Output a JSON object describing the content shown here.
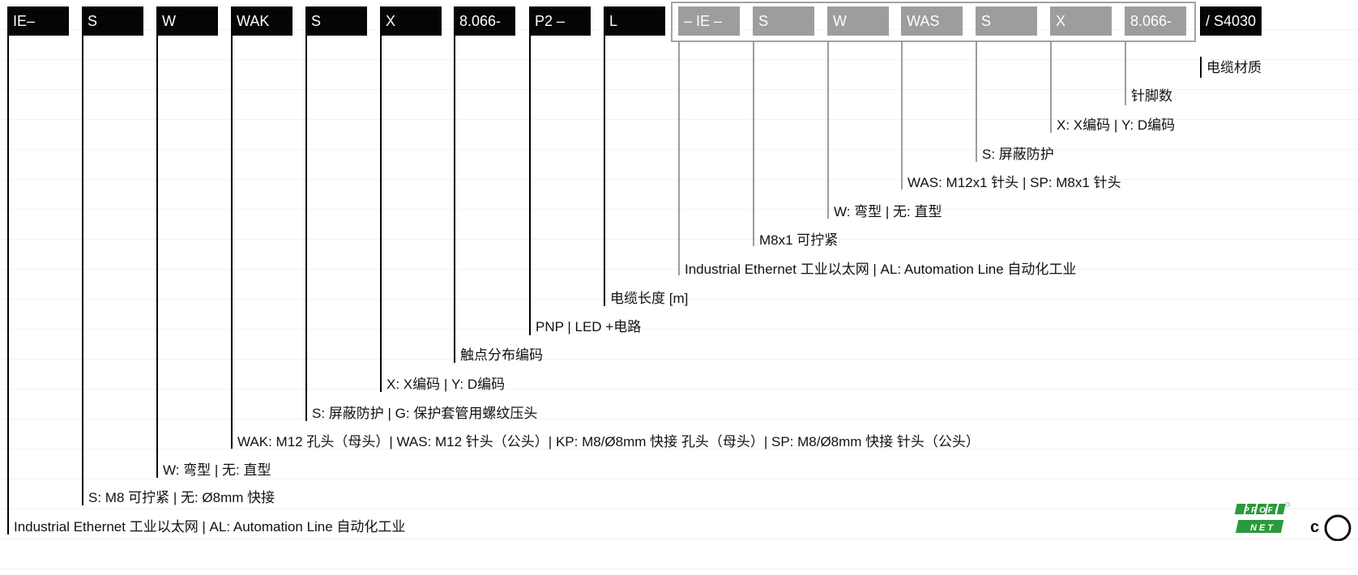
{
  "code_segments": [
    "IE–",
    "S",
    "W",
    "WAK",
    "S",
    "X",
    "8.066-",
    "P2 –",
    "L",
    "– IE –",
    "S",
    "W",
    "WAS",
    "S",
    "X",
    "8.066-",
    "/ S4030"
  ],
  "labels": [
    "Industrial Ethernet 工业以太网 | AL: Automation Line 自动化工业",
    "S: M8 可拧紧 | 无: Ø8mm 快接",
    "W: 弯型 | 无: 直型",
    "WAK: M12 孔头（母头）| WAS: M12 针头（公头）| KP: M8/Ø8mm 快接 孔头（母头）| SP: M8/Ø8mm 快接 针头（公头）",
    "S: 屏蔽防护 | G: 保护套管用螺纹压头",
    "X: X编码 | Y: D编码",
    "触点分布编码",
    "PNP | LED +电路",
    "电缆长度 [m]",
    "Industrial Ethernet 工业以太网 | AL: Automation Line 自动化工业",
    "M8x1 可拧紧",
    "W: 弯型 | 无: 直型",
    "WAS: M12x1 针头 | SP: M8x1 针头",
    "S: 屏蔽防护",
    "X: X编码 | Y: D编码",
    "针脚数",
    "电缆材质"
  ],
  "logos": {
    "profinet": "PROFI NET",
    "certification": "c"
  },
  "colors": {
    "black_segment": "#050505",
    "gray_segment": "#9d9d9d",
    "frame": "#a3a3a3",
    "profinet_green": "#2b9a3c"
  }
}
